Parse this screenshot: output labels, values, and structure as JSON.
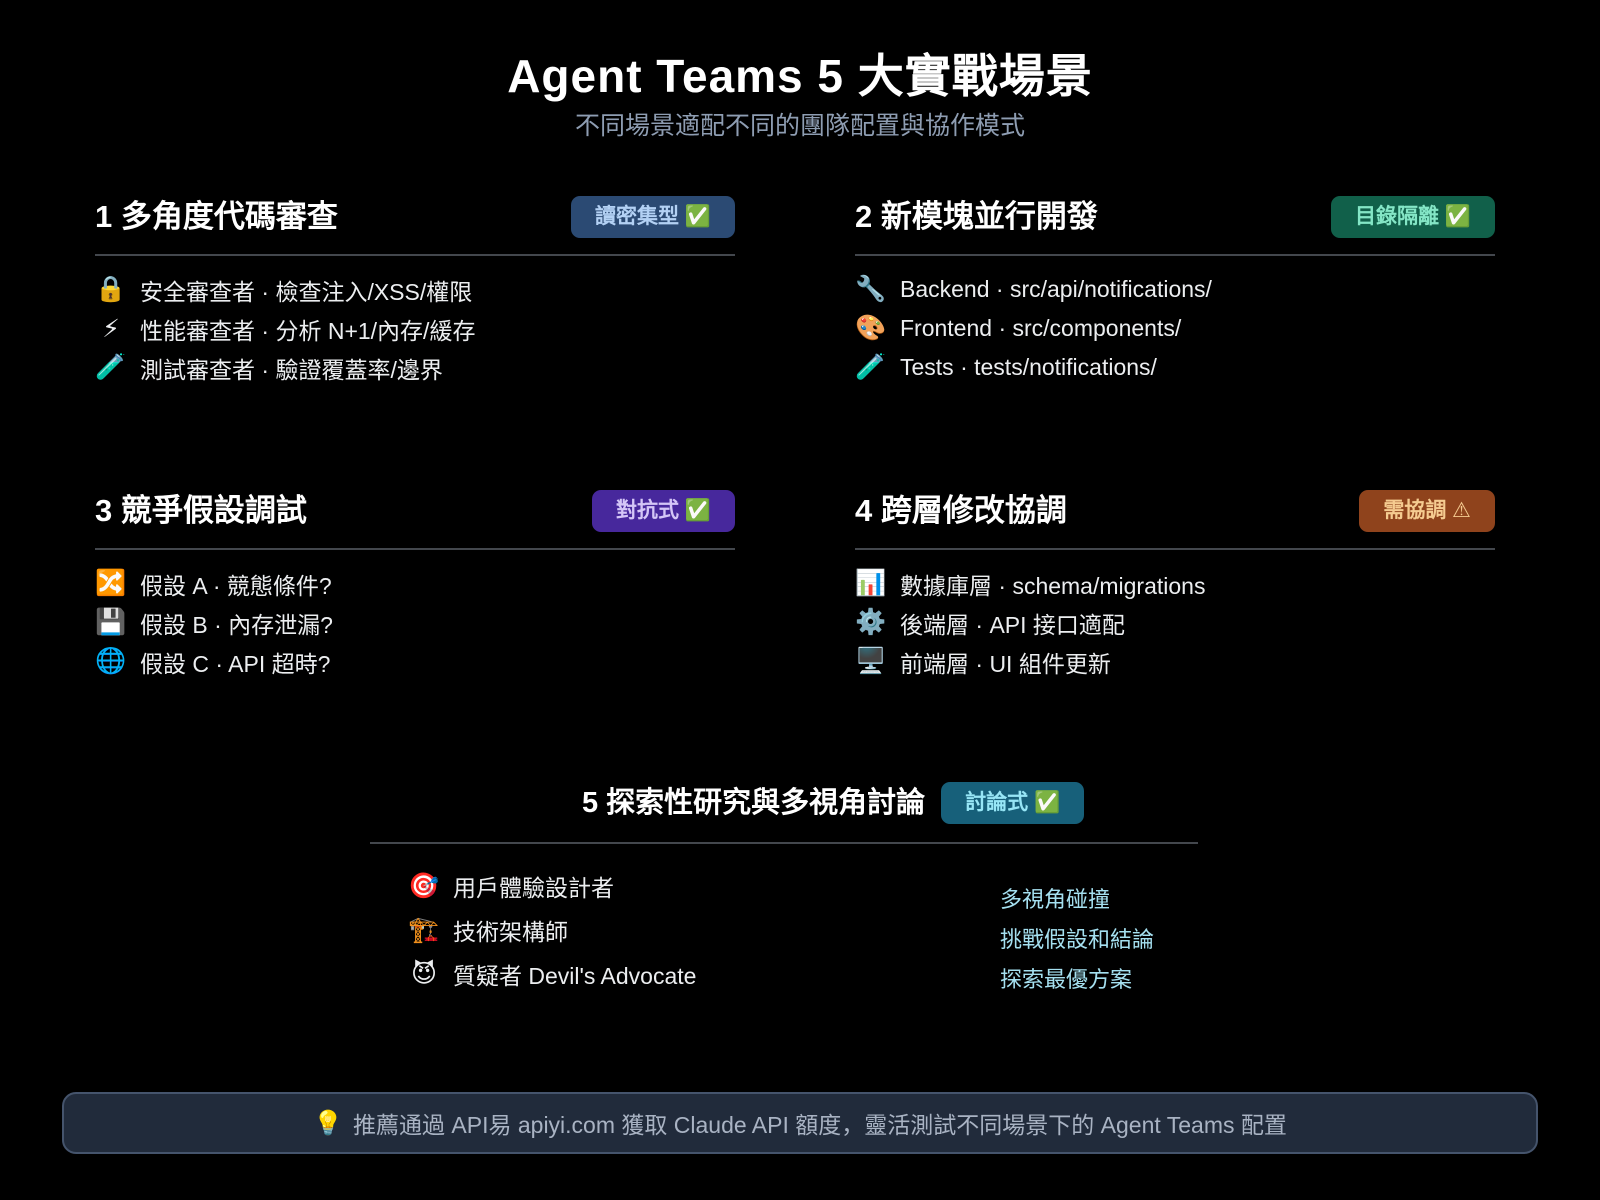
{
  "header": {
    "title": "Agent Teams 5 大實戰場景",
    "subtitle": "不同場景適配不同的團隊配置與協作模式"
  },
  "sections": [
    {
      "title": "1 多角度代碼審查",
      "badge": {
        "text": "讀密集型",
        "icon": "✅",
        "bg": "#2b4a73",
        "fg": "#b3d1f4"
      },
      "items": [
        {
          "icon": "🔒",
          "text": "安全審查者 · 檢查注入/XSS/權限"
        },
        {
          "icon": "⚡",
          "text": "性能審查者 · 分析 N+1/內存/緩存"
        },
        {
          "icon": "🧪",
          "text": "測試審查者 · 驗證覆蓋率/邊界"
        }
      ]
    },
    {
      "title": "2 新模塊並行開發",
      "badge": {
        "text": "目錄隔離",
        "icon": "✅",
        "bg": "#11604a",
        "fg": "#84e6c6"
      },
      "items": [
        {
          "icon": "🔧",
          "text": "Backend · src/api/notifications/"
        },
        {
          "icon": "🎨",
          "text": "Frontend · src/components/"
        },
        {
          "icon": "🧪",
          "text": "Tests · tests/notifications/"
        }
      ]
    },
    {
      "title": "3 競爭假設調試",
      "badge": {
        "text": "對抗式",
        "icon": "✅",
        "bg": "#47289c",
        "fg": "#d4c6f7"
      },
      "items": [
        {
          "icon": "🔀",
          "text": "假設 A · 競態條件?"
        },
        {
          "icon": "💾",
          "text": "假設 B · 內存泄漏?"
        },
        {
          "icon": "🌐",
          "text": "假設 C · API 超時?"
        }
      ]
    },
    {
      "title": "4 跨層修改協調",
      "badge": {
        "text": "需協調",
        "icon": "⚠",
        "bg": "#8f431c",
        "fg": "#f5cb90"
      },
      "items": [
        {
          "icon": "📊",
          "text": "數據庫層 · schema/migrations"
        },
        {
          "icon": "⚙️",
          "text": "後端層 · API 接口適配"
        },
        {
          "icon": "🖥️",
          "text": "前端層 · UI 組件更新"
        }
      ]
    }
  ],
  "section5": {
    "title": "5 探索性研究與多視角討論",
    "badge": {
      "text": "討論式",
      "icon": "✅",
      "bg": "#17607a",
      "fg": "#97e6f6"
    },
    "roles": [
      {
        "icon": "🎯",
        "text": "用戶體驗設計者"
      },
      {
        "icon": "🏗️",
        "text": "技術架構師"
      },
      {
        "icon": "😈",
        "text": "質疑者 Devil's Advocate"
      }
    ],
    "outcomes": [
      "多視角碰撞",
      "挑戰假設和結論",
      "探索最優方案"
    ],
    "outcome_color": "#a5e0f0"
  },
  "footer": {
    "icon": "💡",
    "text": "推薦通過 API易 apiyi.com 獲取 Claude API 額度，靈活測試不同場景下的 Agent Teams 配置"
  }
}
